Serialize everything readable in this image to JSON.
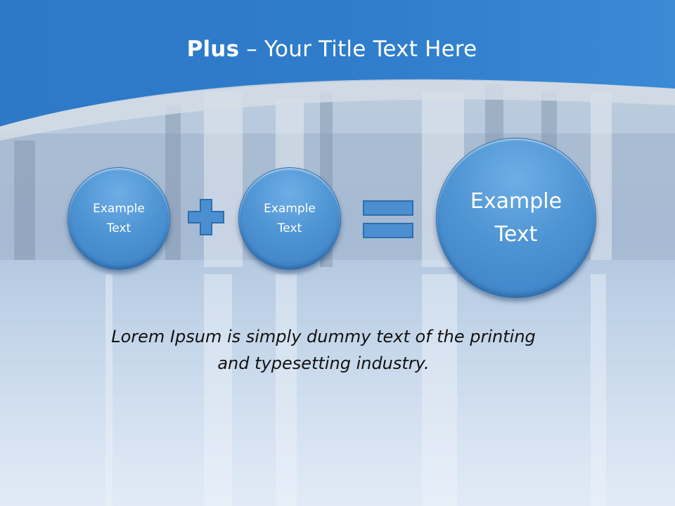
{
  "slide": {
    "title_bold": "Plus",
    "title_rest": " – Your Title Text Here",
    "circles": [
      {
        "line1": "Example",
        "line2": "Text"
      },
      {
        "line1": "Example",
        "line2": "Text"
      },
      {
        "line1": "Example",
        "line2": "Text"
      }
    ],
    "body": {
      "line1": "Lorem Ipsum is simply dummy text of the printing",
      "line2": "and typesetting industry."
    }
  },
  "colors": {
    "header_blue": "#2f7fcf",
    "circle_blue": "#4f95d4",
    "operator_blue": "#4b8fd0"
  },
  "icons": [
    "plus-icon",
    "equals-icon"
  ]
}
